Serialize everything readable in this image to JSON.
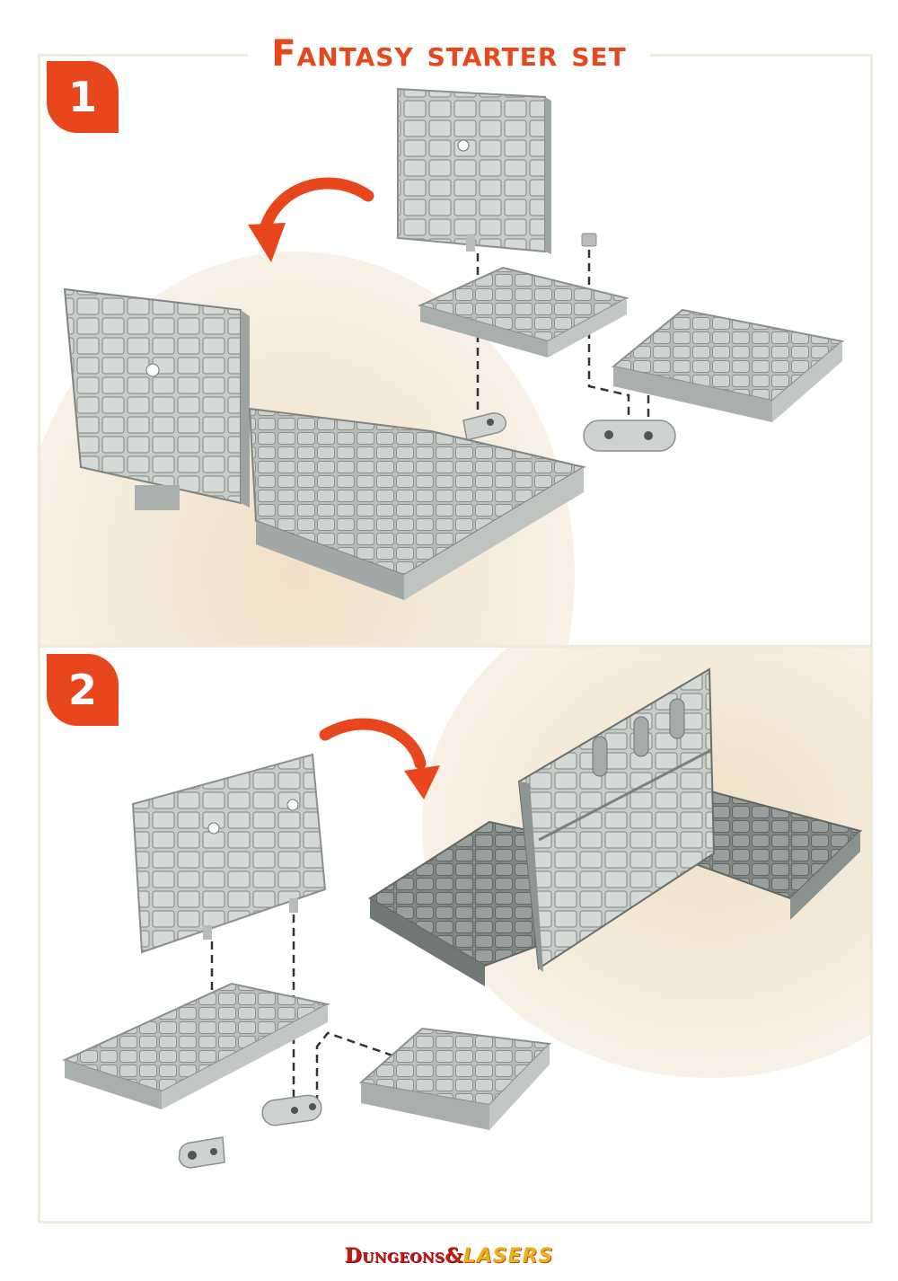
{
  "title": "Fantasy starter set",
  "steps": [
    {
      "number": "1"
    },
    {
      "number": "2"
    }
  ],
  "brand": {
    "part1": "Dungeons&",
    "part2": "LASERS"
  },
  "colors": {
    "accent": "#e8461d",
    "stone": "#c9cdca",
    "frame": "#efe9de",
    "beige": "#f3e9da"
  },
  "icons": [
    "curved-arrow-icon"
  ]
}
